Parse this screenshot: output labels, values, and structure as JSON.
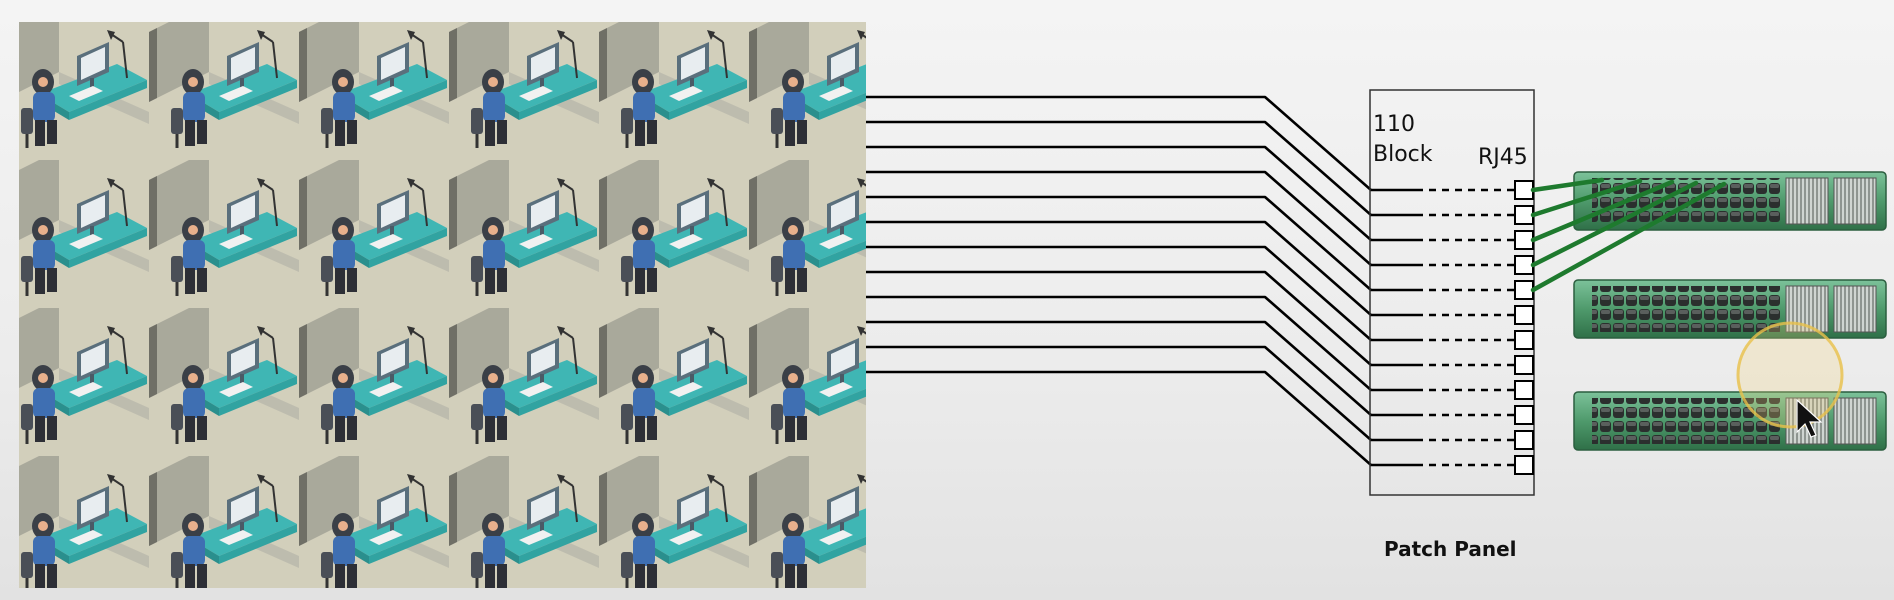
{
  "diagram": {
    "block_label_line1": "110",
    "block_label_line2": "Block",
    "rj45_label": "RJ45",
    "caption": "Patch Panel"
  },
  "colors": {
    "cable": "#000000",
    "patch_cable": "#1e7a2e",
    "switch_body": "#4f9a6c",
    "office_floor": "#d4d1be",
    "desk": "#3fb6b4",
    "cursor_highlight": "#e9c14a"
  },
  "icons": [
    "workstation-icon",
    "switch-icon",
    "cursor-icon"
  ]
}
